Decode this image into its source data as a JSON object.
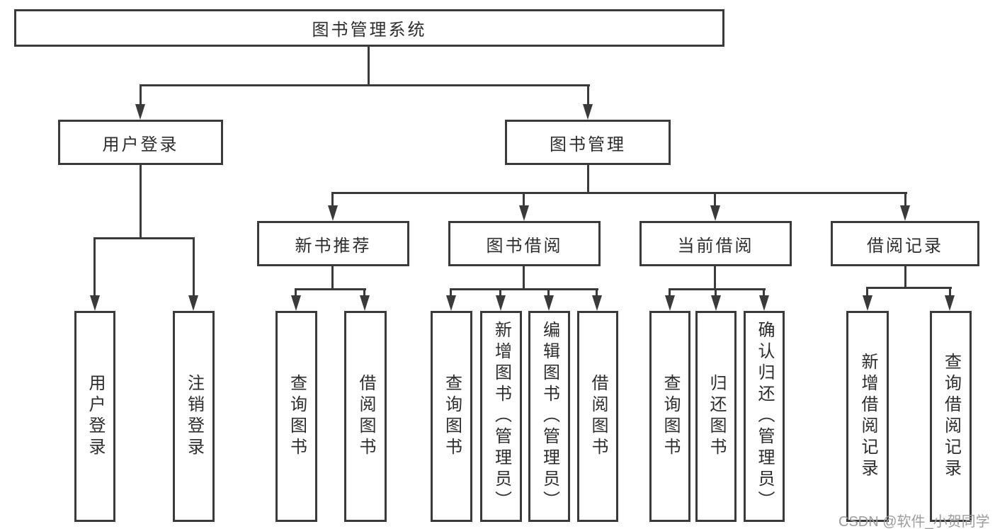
{
  "tree": {
    "label": "图书管理系统",
    "children": [
      {
        "label": "用户登录",
        "children": [
          {
            "label": "用户登录"
          },
          {
            "label": "注销登录"
          }
        ]
      },
      {
        "label": "图书管理",
        "children": [
          {
            "label": "新书推荐",
            "children": [
              {
                "label": "查询图书"
              },
              {
                "label": "借阅图书"
              }
            ]
          },
          {
            "label": "图书借阅",
            "children": [
              {
                "label": "查询图书"
              },
              {
                "label": "新增图书（管理员）"
              },
              {
                "label": "编辑图书（管理员）"
              },
              {
                "label": "借阅图书"
              }
            ]
          },
          {
            "label": "当前借阅",
            "children": [
              {
                "label": "查询图书"
              },
              {
                "label": "归还图书"
              },
              {
                "label": "确认归还（管理员）"
              }
            ]
          },
          {
            "label": "借阅记录",
            "children": [
              {
                "label": "新增借阅记录"
              },
              {
                "label": "查询借阅记录"
              }
            ]
          }
        ]
      }
    ]
  },
  "watermark": {
    "text": "CSDN @软件_小贺同学"
  },
  "colors": {
    "line": "#3a3a3a",
    "box_border": "#3a3a3a",
    "text": "#2d2d2d",
    "watermark_text": "#9c9c9c",
    "background": "#ffffff"
  }
}
